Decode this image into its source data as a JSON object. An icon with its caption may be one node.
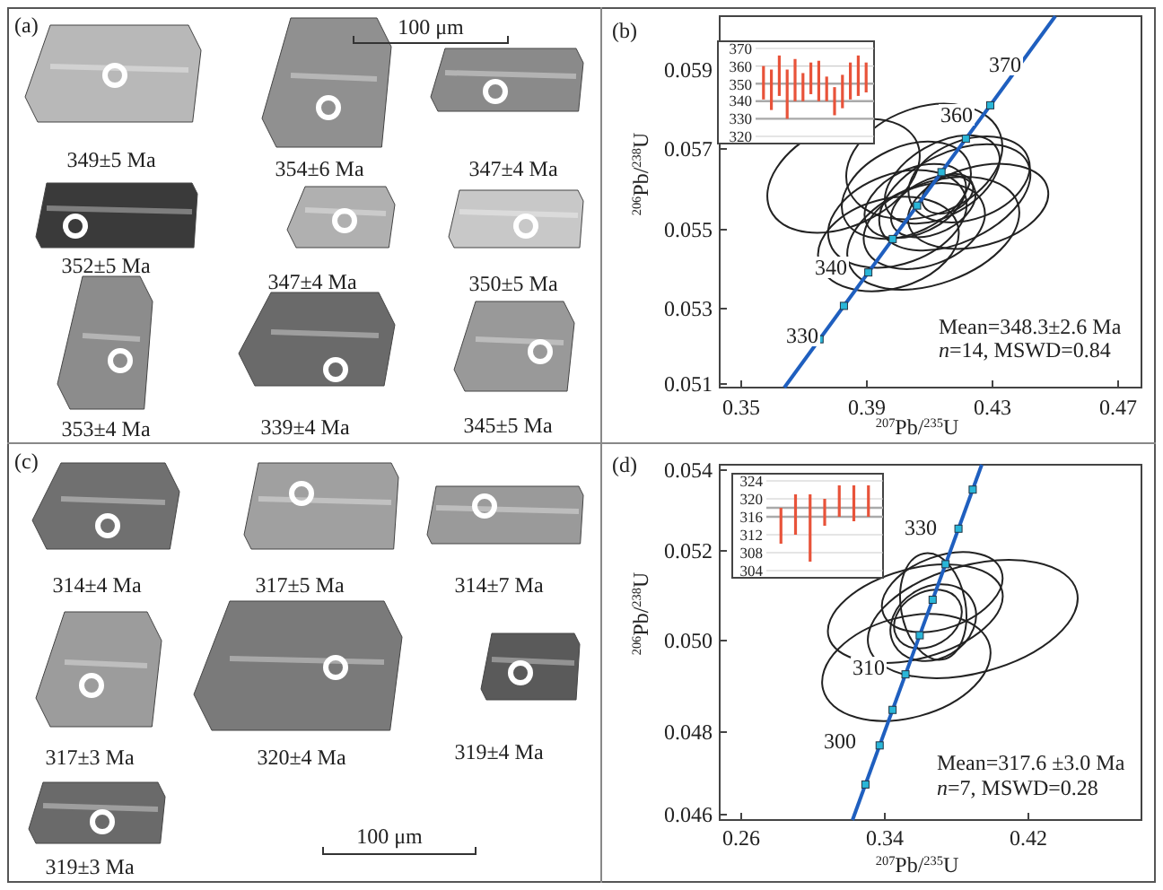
{
  "diagram": {
    "labels": [
      "(a)",
      "100 μm",
      "349±5 Ma",
      "354±6 Ma",
      "347±4 Ma",
      "352±5 Ma",
      "347±4 Ma",
      "350±5 Ma",
      "353±4 Ma",
      "339±4 Ma",
      "345±5 Ma",
      "(b)",
      "370",
      "360",
      "350",
      "340",
      "330",
      "320",
      "0.059",
      "0.057",
      "0.055",
      "0.053",
      "0.051",
      "370",
      "360",
      "340",
      "330",
      "Mean=348.3±2.6 Ma",
      "*n*=14, MSWD=0.84",
      "0.35",
      "0.39",
      "0.43",
      "0.47",
      "$^{206}$Pb/$^{238}$U",
      "$^{207}$Pb/$^{235}$U",
      "(c)",
      "314±4 Ma",
      "317±5 Ma",
      "314±7 Ma",
      "317±3 Ma",
      "320±4 Ma",
      "319±4 Ma",
      "319±3 Ma",
      "100 μm",
      "(d)",
      "324",
      "320",
      "316",
      "312",
      "308",
      "304",
      "0.054",
      "0.052",
      "0.050",
      "0.048",
      "0.046",
      "330",
      "310",
      "300",
      "Mean=317.6 ±3.0 Ma",
      "*n*=7, MSWD=0.28",
      "0.26",
      "0.34",
      "0.42",
      "$^{206}$Pb/$^{238}$U",
      "$^{207}$Pb/$^{235}$U"
    ]
  }
}
